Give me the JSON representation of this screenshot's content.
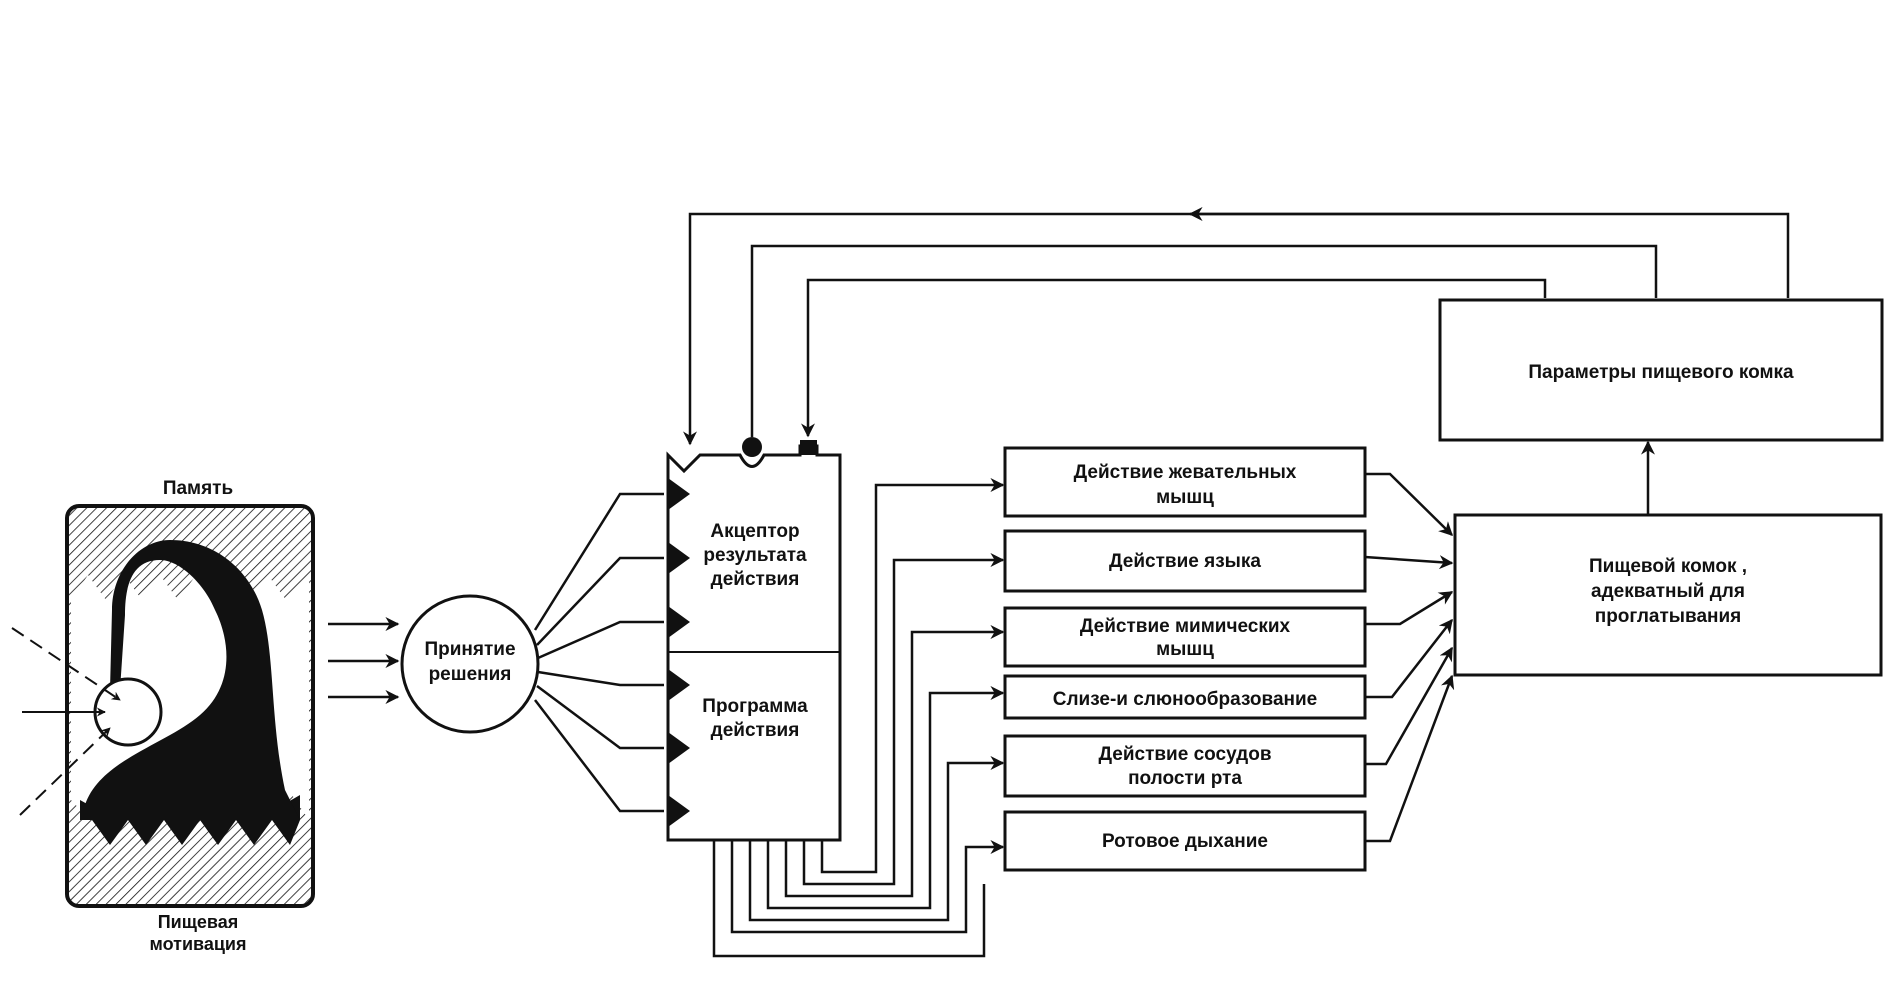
{
  "memory": {
    "label": "Память"
  },
  "motivation": {
    "line1": "Пищевая",
    "line2": "мотивация"
  },
  "decision": {
    "line1": "Принятие",
    "line2": "решения"
  },
  "acceptor": {
    "line1": "Акцептор",
    "line2": "результата",
    "line3": "действия"
  },
  "program": {
    "line1": "Программа",
    "line2": "действия"
  },
  "actions": [
    {
      "line1": "Действие   жевательных",
      "line2": "мышц"
    },
    {
      "line1": "Действие языка",
      "line2": ""
    },
    {
      "line1": "Действие мимических",
      "line2": "мышц"
    },
    {
      "line1": "Слизе-и слюнообразование",
      "line2": ""
    },
    {
      "line1": "Действие сосудов",
      "line2": "полости рта"
    },
    {
      "line1": "Ротовое дыхание",
      "line2": ""
    }
  ],
  "result": {
    "line1": "Пищевой комок ,",
    "line2": "адекватный для",
    "line3": "проглатывания"
  },
  "params": {
    "label": "Параметры пищевого комка"
  }
}
